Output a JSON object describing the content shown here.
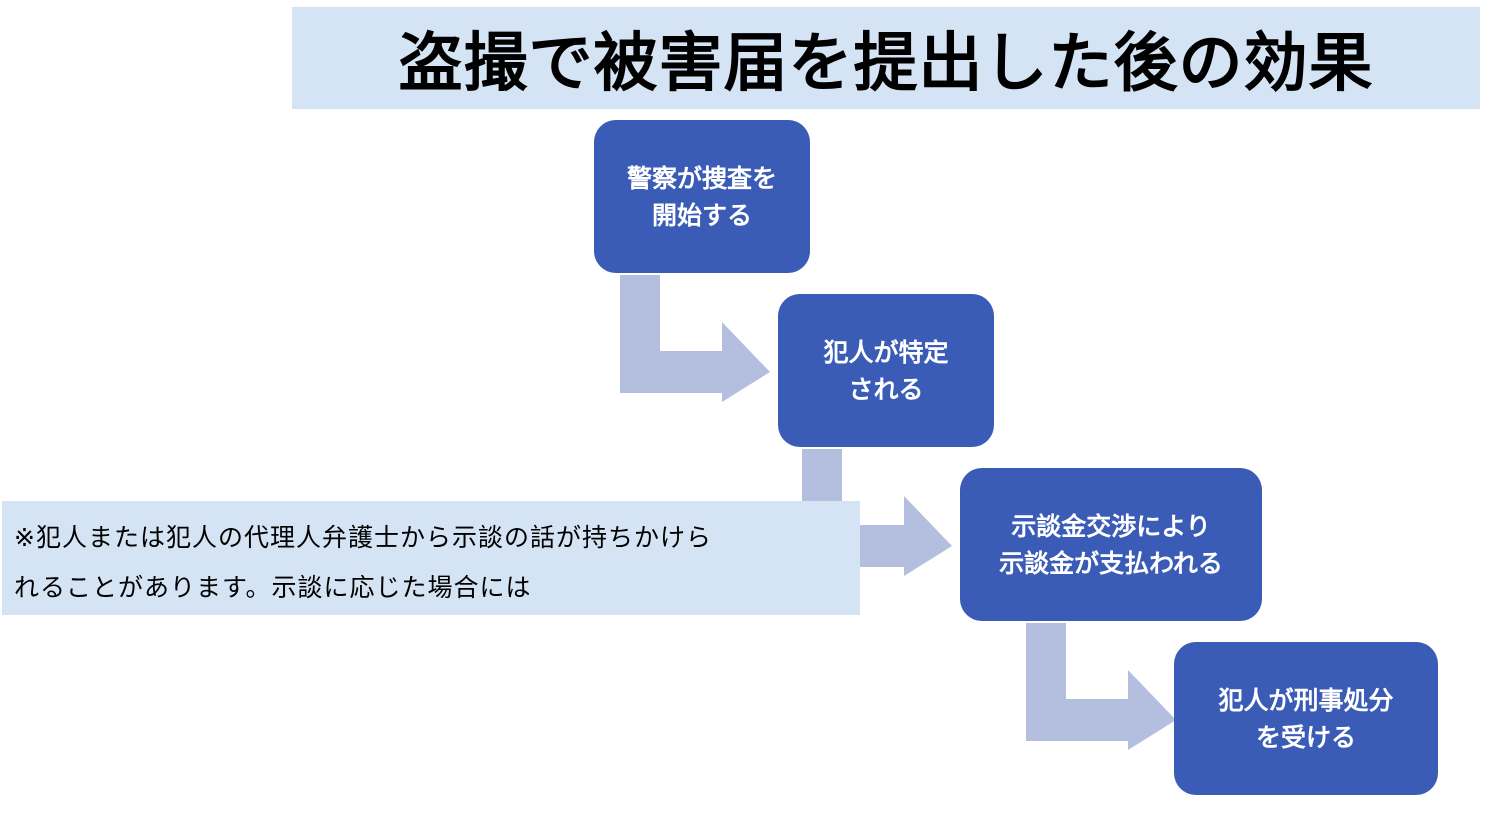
{
  "title": "盗撮で被害届を提出した後の効果",
  "steps": [
    {
      "line1": "警察が捜査を",
      "line2": "開始する"
    },
    {
      "line1": "犯人が特定",
      "line2": "される"
    },
    {
      "line1": "示談金交渉により",
      "line2": "示談金が支払われる"
    },
    {
      "line1": "犯人が刑事処分",
      "line2": "を受ける"
    }
  ],
  "note": {
    "line1": "※犯人または犯人の代理人弁護士から示談の話が持ちかけら",
    "line2": "れることがあります。示談に応じた場合には"
  },
  "colors": {
    "box": "#3a5bb6",
    "arrow": "#b4bede",
    "band": "#d5e4f4"
  }
}
